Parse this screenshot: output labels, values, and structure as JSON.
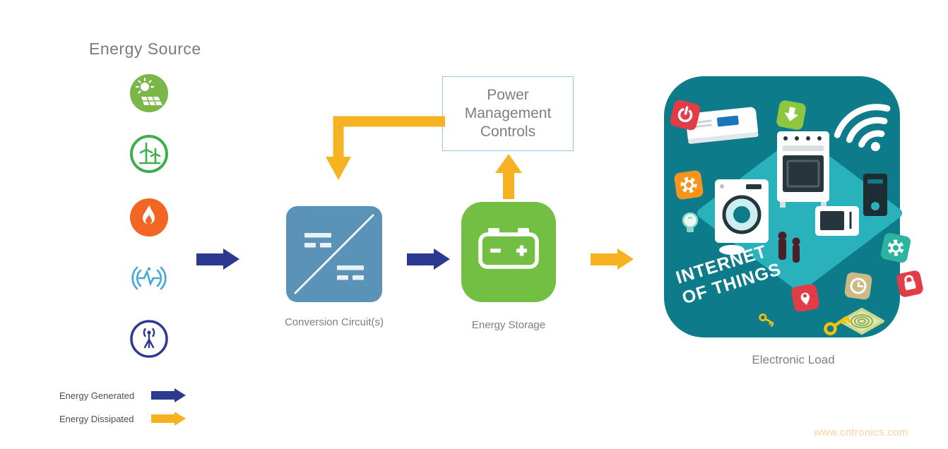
{
  "diagram": {
    "title": "Energy Source",
    "source_icons": [
      {
        "name": "solar-panel-icon"
      },
      {
        "name": "wind-turbines-icon"
      },
      {
        "name": "thermal-flame-icon"
      },
      {
        "name": "vibration-pulse-icon"
      },
      {
        "name": "rf-antenna-icon"
      }
    ],
    "nodes": {
      "pmc_label": "Power Management Controls",
      "conversion_label": "Conversion Circuit(s)",
      "storage_label": "Energy Storage",
      "load_label": "Electronic Load"
    },
    "iot_caption": {
      "line1": "INTERNET",
      "line2": "OF THINGS"
    },
    "legend": {
      "generated": "Energy Generated",
      "dissipated": "Energy Dissipated"
    },
    "watermark": "www.cntronics.com"
  },
  "colors": {
    "energy_generated_arrow": "#2b3990",
    "energy_dissipated_arrow": "#f6b221",
    "conversion_box": "#5b92b8",
    "storage_box": "#72bf44",
    "pmc_border": "#9dc3e6",
    "iot_teal": "#0e7b8b",
    "iot_platform": "#29b2bc",
    "label_gray": "#7f7f7f"
  }
}
